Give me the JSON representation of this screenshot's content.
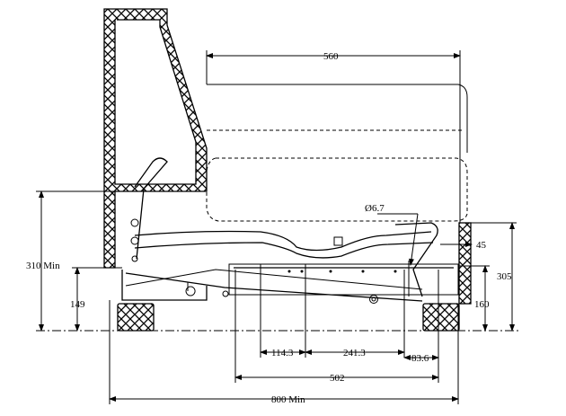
{
  "drawing": {
    "title": "",
    "dimensions": {
      "overall_depth": "560",
      "seat_height": "310 Min",
      "frame_height": "149",
      "arm_height": "305",
      "base_height": "160",
      "top_offset": "45",
      "hole_diameter": "Ø6.7",
      "hole_spacing_a": "114.3",
      "hole_spacing_b": "241.3",
      "hole_spacing_c": "83.6",
      "mount_width": "502",
      "min_clearance": "800 Min"
    }
  }
}
